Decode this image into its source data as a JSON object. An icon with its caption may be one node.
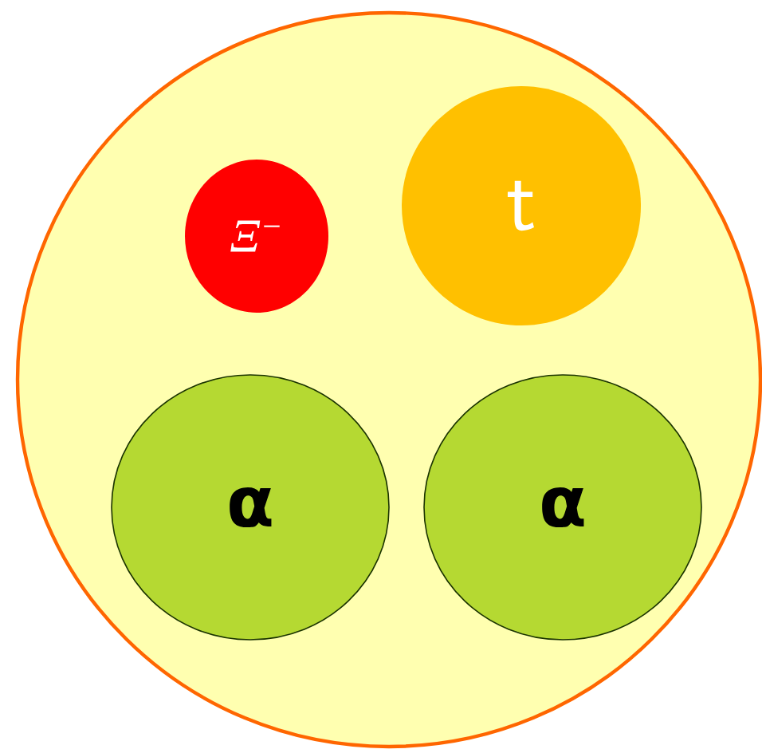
{
  "diagram": {
    "nodes": [
      {
        "text": [],
        "shape": "circle"
      },
      {
        "text": [
          "Ξ$^{−}$"
        ],
        "in": 0
      },
      {
        "text": [
          "t"
        ],
        "in": 0
      },
      {
        "text": [
          "α"
        ],
        "in": 0
      },
      {
        "text": [
          "α"
        ],
        "in": 0
      }
    ]
  }
}
